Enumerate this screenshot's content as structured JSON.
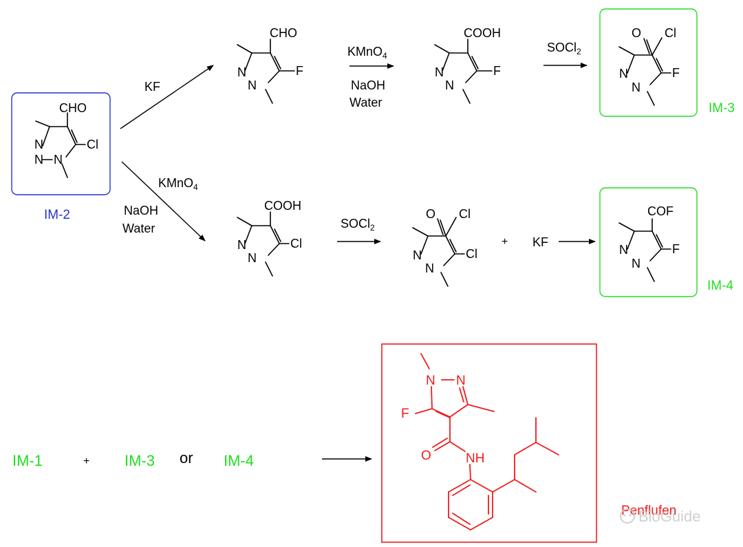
{
  "atoms": {
    "cho": "CHO",
    "cooh": "COOH",
    "cof": "COF",
    "o": "O",
    "cl": "Cl",
    "f": "F",
    "n": "N",
    "nh": "NH"
  },
  "reagents": {
    "kf": "KF",
    "kmno4": "KMnO",
    "kmno4_sub": "4",
    "naoh": "NaOH",
    "water": "Water",
    "socl": "SOCl",
    "socl_sub": "2"
  },
  "labels": {
    "im1": "IM-1",
    "im2": "IM-2",
    "im3": "IM-3",
    "im4": "IM-4",
    "or": "or",
    "plus": "+",
    "product": "Penflufen"
  },
  "watermark": "BioGuide",
  "colors": {
    "im2_box": "#2233cc",
    "intermediate_box": "#22dd22",
    "product": "#ee1c1c"
  }
}
